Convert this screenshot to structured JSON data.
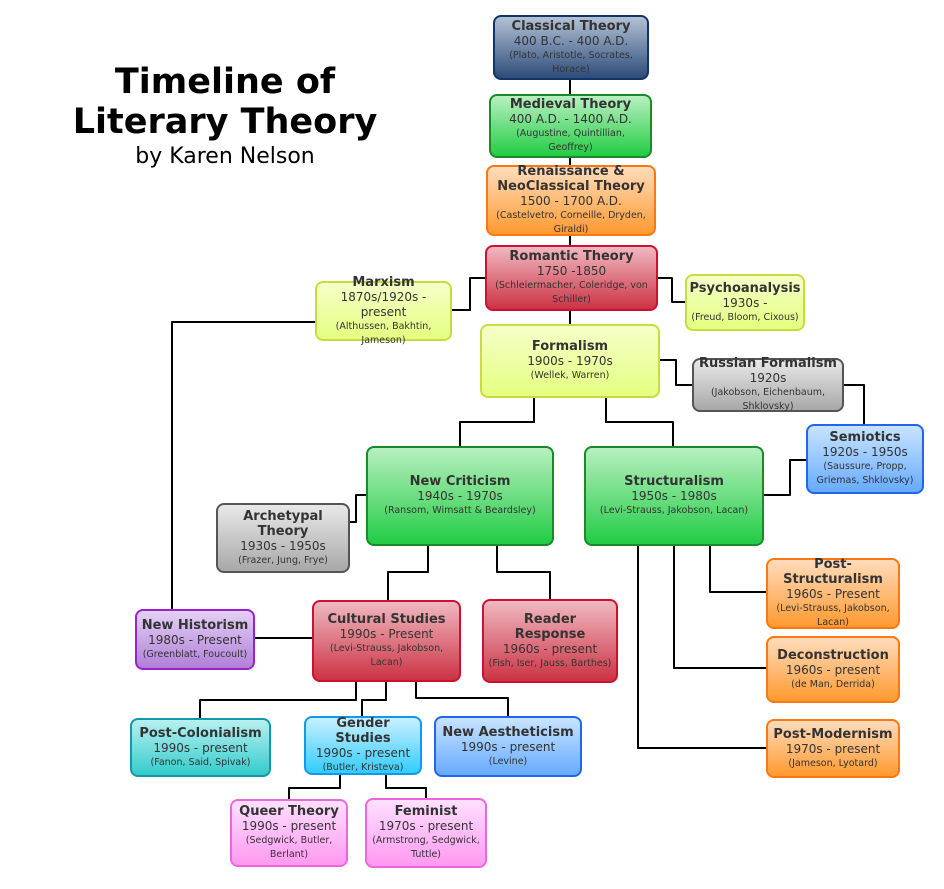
{
  "title": {
    "line1": "Timeline of",
    "line2": "Literary Theory",
    "author": "by Karen Nelson"
  },
  "colors": {
    "blue_dark": [
      "#b3c1d4",
      "#2d4c7a",
      "#123466"
    ],
    "green": [
      "#b8f0c0",
      "#22cc44",
      "#1a8a2a"
    ],
    "orange": [
      "#ffdcbc",
      "#ff9a30",
      "#ff7710"
    ],
    "red": [
      "#f0b8c0",
      "#cc3344",
      "#cc1133"
    ],
    "yellow": [
      "#f6ffc8",
      "#e4ff80",
      "#c8dc40"
    ],
    "gray": [
      "#e8e8e8",
      "#a8a8a8",
      "#555555"
    ],
    "blue": [
      "#c8e4ff",
      "#66aaff",
      "#2266ee"
    ],
    "purple": [
      "#e4d0f4",
      "#b080d8",
      "#9922cc"
    ],
    "teal": [
      "#b8f0f0",
      "#33cccc",
      "#1199aa"
    ],
    "lightblue": [
      "#c8f0ff",
      "#33ccff",
      "#1199ee"
    ],
    "pink": [
      "#ffe0ff",
      "#ff99f0",
      "#ee66dd"
    ]
  },
  "nodes": [
    {
      "id": "classical",
      "name": "Classical Theory",
      "dates": "400 B.C. - 400 A.D.",
      "people": "(Plato, Aristotle, Socrates, Horace)",
      "color": "blue_dark"
    },
    {
      "id": "medieval",
      "name": "Medieval Theory",
      "dates": "400 A.D. - 1400 A.D.",
      "people": "(Augustine, Quintillian, Geoffrey)",
      "color": "green"
    },
    {
      "id": "renaissance",
      "name": "Renaissance & NeoClassical Theory",
      "dates": "1500 - 1700 A.D.",
      "people": "(Castelvetro, Corneille, Dryden, Giraldi)",
      "color": "orange"
    },
    {
      "id": "romantic",
      "name": "Romantic Theory",
      "dates": "1750 -1850",
      "people": "(Schleiermacher, Coleridge, von Schiller)",
      "color": "red"
    },
    {
      "id": "marxism",
      "name": "Marxism",
      "dates": "1870s/1920s - present",
      "people": "(Althussen, Bakhtin, Jameson)",
      "color": "yellow"
    },
    {
      "id": "psychoanalysis",
      "name": "Psychoanalysis",
      "dates": "1930s -",
      "people": "(Freud, Bloom, Cixous)",
      "color": "yellow"
    },
    {
      "id": "formalism",
      "name": "Formalism",
      "dates": "1900s - 1970s",
      "people": "(Wellek, Warren)",
      "color": "yellow"
    },
    {
      "id": "russian",
      "name": "Russian Formalism",
      "dates": "1920s",
      "people": "(Jakobson, Eichenbaum, Shklovsky)",
      "color": "gray"
    },
    {
      "id": "semiotics",
      "name": "Semiotics",
      "dates": "1920s - 1950s",
      "people": "(Saussure, Propp, Griemas, Shklovsky)",
      "color": "blue"
    },
    {
      "id": "newcriticism",
      "name": "New Criticism",
      "dates": "1940s - 1970s",
      "people": "(Ransom, Wimsatt & Beardsley)",
      "color": "green"
    },
    {
      "id": "structuralism",
      "name": "Structuralism",
      "dates": "1950s - 1980s",
      "people": "(Levi-Strauss, Jakobson, Lacan)",
      "color": "green"
    },
    {
      "id": "archetypal",
      "name": "Archetypal Theory",
      "dates": "1930s - 1950s",
      "people": "(Frazer, Jung, Frye)",
      "color": "gray"
    },
    {
      "id": "poststructuralism",
      "name": "Post-Structuralism",
      "dates": "1960s - Present",
      "people": "(Levi-Strauss, Jakobson, Lacan)",
      "color": "orange"
    },
    {
      "id": "deconstruction",
      "name": "Deconstruction",
      "dates": "1960s - present",
      "people": "(de Man, Derrida)",
      "color": "orange"
    },
    {
      "id": "postmodernism",
      "name": "Post-Modernism",
      "dates": "1970s - present",
      "people": "(Jameson, Lyotard)",
      "color": "orange"
    },
    {
      "id": "newhistorism",
      "name": "New Historism",
      "dates": "1980s - Present",
      "people": "(Greenblatt, Foucoult)",
      "color": "purple"
    },
    {
      "id": "cultural",
      "name": "Cultural Studies",
      "dates": "1990s - Present",
      "people": "(Levi-Strauss, Jakobson, Lacan)",
      "color": "red"
    },
    {
      "id": "reader",
      "name": "Reader Response",
      "dates": "1960s - present",
      "people": "(Fish, Iser, Jauss, Barthes)",
      "color": "red"
    },
    {
      "id": "postcolonialism",
      "name": "Post-Colonialism",
      "dates": "1990s - present",
      "people": "(Fanon, Said, Spivak)",
      "color": "teal"
    },
    {
      "id": "gender",
      "name": "Gender Studies",
      "dates": "1990s - present",
      "people": "(Butler, Kristeva)",
      "color": "lightblue"
    },
    {
      "id": "newaestheticism",
      "name": "New Aestheticism",
      "dates": "1990s - present",
      "people": "(Levine)",
      "color": "blue"
    },
    {
      "id": "queer",
      "name": "Queer Theory",
      "dates": "1990s - present",
      "people": "(Sedgwick, Butler, Berlant)",
      "color": "pink"
    },
    {
      "id": "feminist",
      "name": "Feminist",
      "dates": "1970s - present",
      "people": "(Armstrong, Sedgwick, Tuttle)",
      "color": "pink"
    }
  ]
}
